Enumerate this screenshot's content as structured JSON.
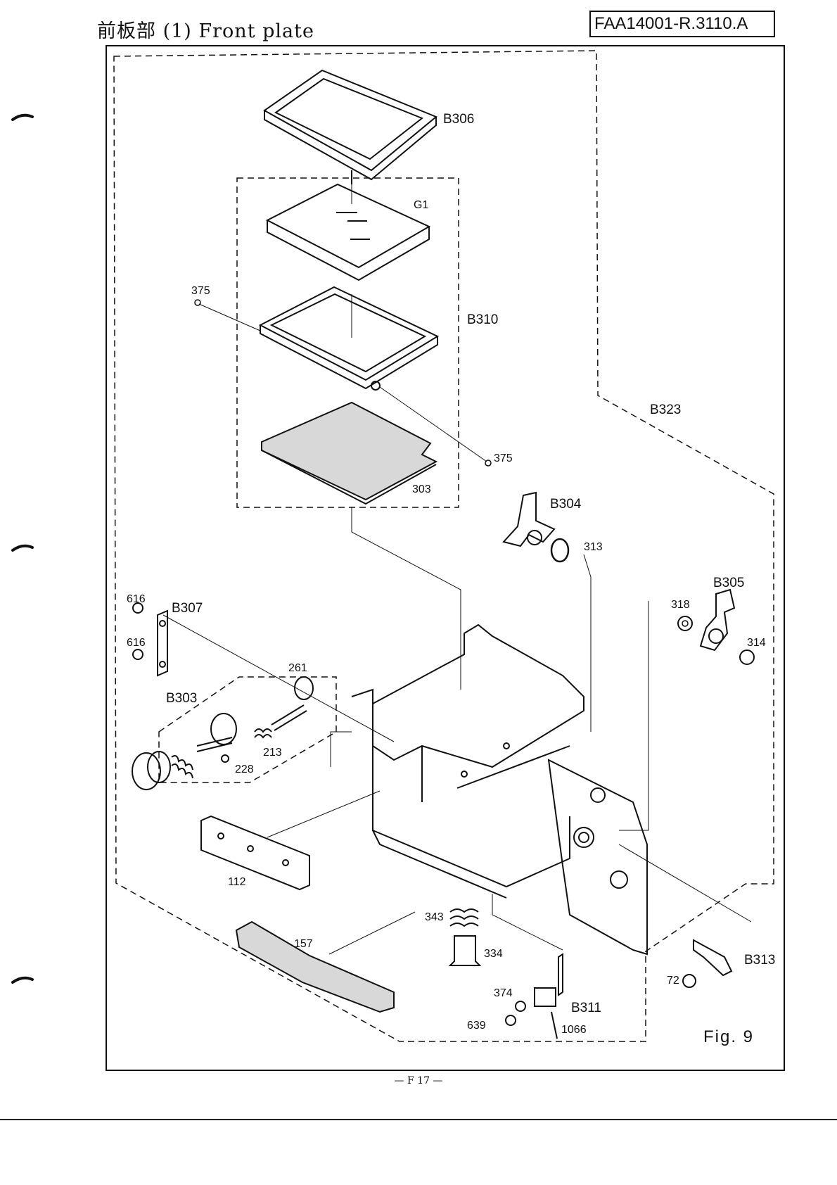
{
  "header": {
    "title": "前板部 (1) Front plate",
    "code": "FAA14001-R.3110.A"
  },
  "labels": {
    "b306": "B306",
    "g1": "G1",
    "b310": "B310",
    "p375a": "375",
    "p375b": "375",
    "b323": "B323",
    "p303": "303",
    "b304": "B304",
    "p313": "313",
    "b305": "B305",
    "p318": "318",
    "p314": "314",
    "p616a": "616",
    "p616b": "616",
    "b307": "B307",
    "p261": "261",
    "b303": "B303",
    "p213": "213",
    "p228": "228",
    "p112": "112",
    "p157": "157",
    "p343": "343",
    "p334": "334",
    "p374": "374",
    "b311": "B311",
    "p639": "639",
    "p1066": "1066",
    "b313": "B313",
    "p72": "72"
  },
  "figure_label": "Fig. 9",
  "page_number": "— F 17 —"
}
